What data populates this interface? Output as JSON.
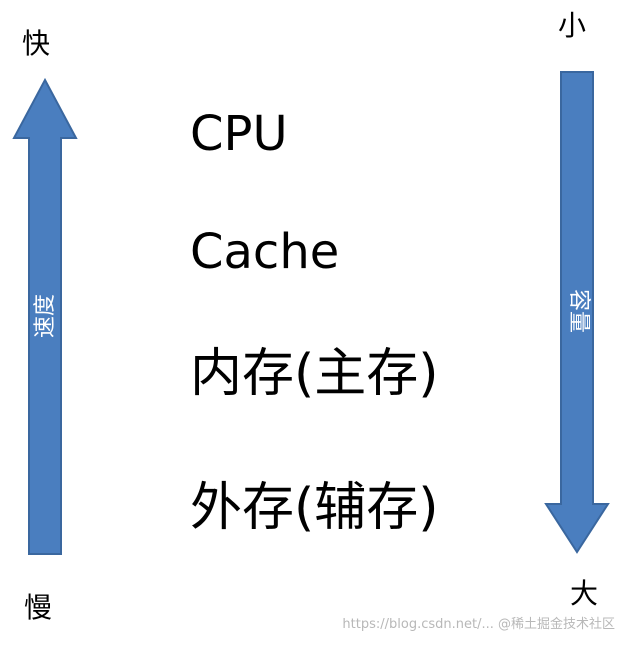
{
  "speed_axis": {
    "top_label": "快",
    "bottom_label": "慢",
    "arrow_label": "速度",
    "direction": "up"
  },
  "capacity_axis": {
    "top_label": "小",
    "bottom_label": "大",
    "arrow_label": "容量",
    "direction": "down"
  },
  "levels": [
    {
      "label": "CPU"
    },
    {
      "label": "Cache"
    },
    {
      "label": "内存(主存)"
    },
    {
      "label": "外存(辅存)"
    }
  ],
  "watermark": "https://blog.csdn.net/... @稀土掘金技术社区",
  "colors": {
    "arrow_fill": "#4a7ebf",
    "arrow_stroke": "#3a679f",
    "arrow_text": "#ffffff",
    "text": "#000000",
    "background": "#ffffff"
  }
}
